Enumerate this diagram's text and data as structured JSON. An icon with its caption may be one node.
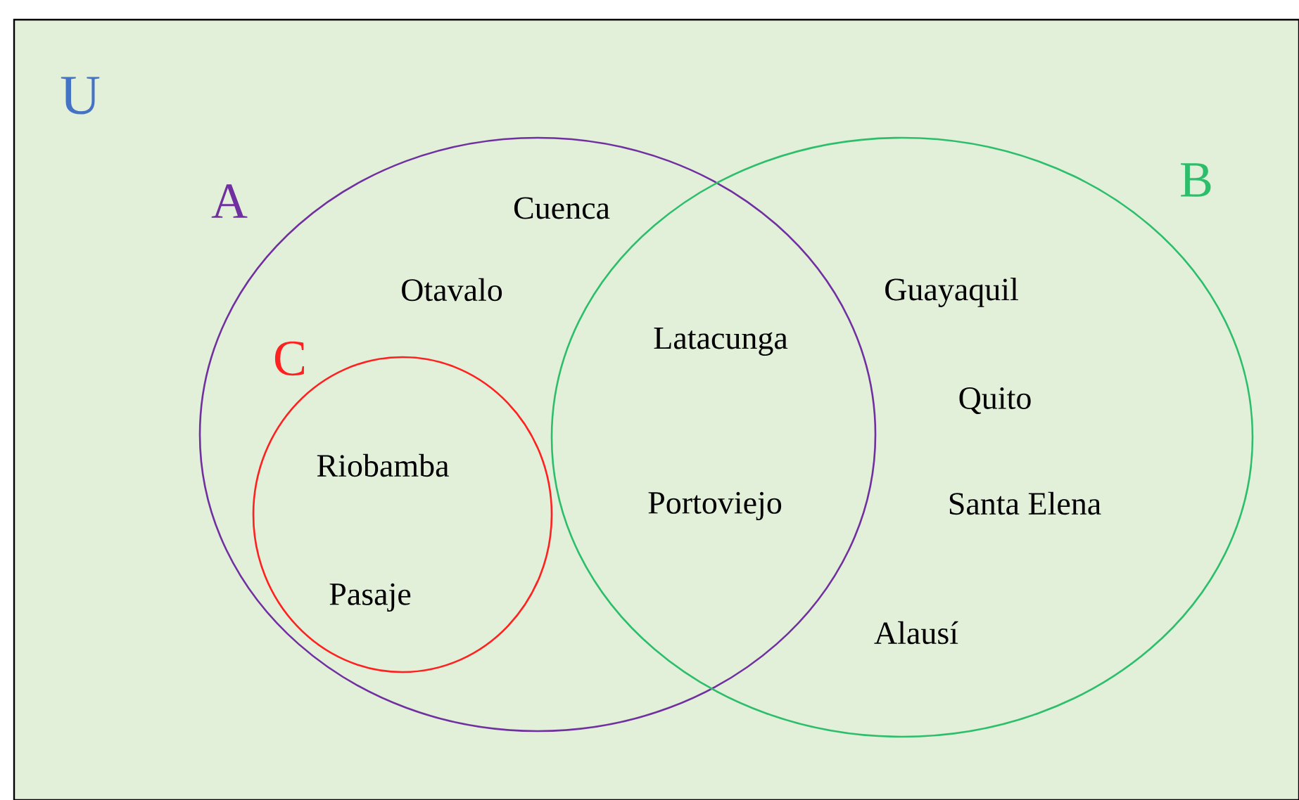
{
  "diagram": {
    "nodes": [
      {
        "text": [
          "U"
        ]
      },
      {
        "text": [
          "A"
        ],
        "in": 0
      },
      {
        "text": [
          "B"
        ],
        "in": 0
      },
      {
        "text": [
          "C"
        ],
        "in": 1
      }
    ],
    "labels": [
      "Cuenca",
      "Otavalo",
      "Guayaquil",
      "Latacunga",
      "Quito",
      "Riobamba",
      "Portoviejo",
      "Santa Elena",
      "Pasaje",
      "Alausí"
    ]
  }
}
